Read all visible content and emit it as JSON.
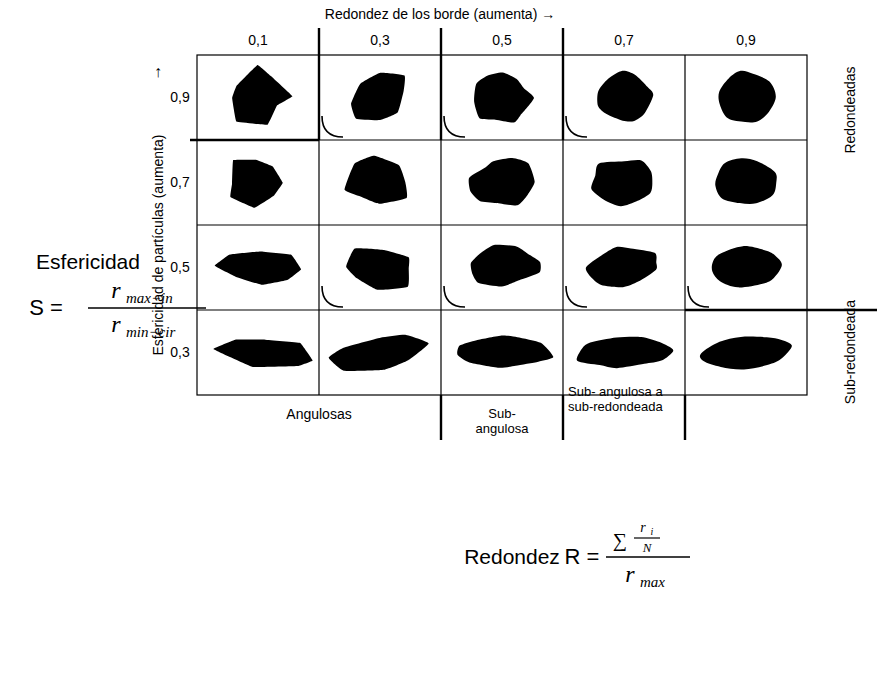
{
  "diagram": {
    "labels": [
      "Redondez de los borde (aumenta) →",
      "0,1",
      "0,3",
      "0,5",
      "0,7",
      "0,9",
      "0,9",
      "0,7",
      "0,5",
      "0,3",
      "↑",
      "Esfericidad de partículas (aumenta)",
      "Angulosas",
      "Sub- angulosa",
      "Sub- angulosa a sub-redondeada",
      "Redondeadas",
      "Sub-redondeada",
      "Esfericidad",
      "S =",
      "r",
      "max−in",
      "r",
      "min−cir",
      "Redondez",
      "R =",
      "∑",
      "r",
      "i",
      "N",
      "r",
      "max"
    ]
  }
}
